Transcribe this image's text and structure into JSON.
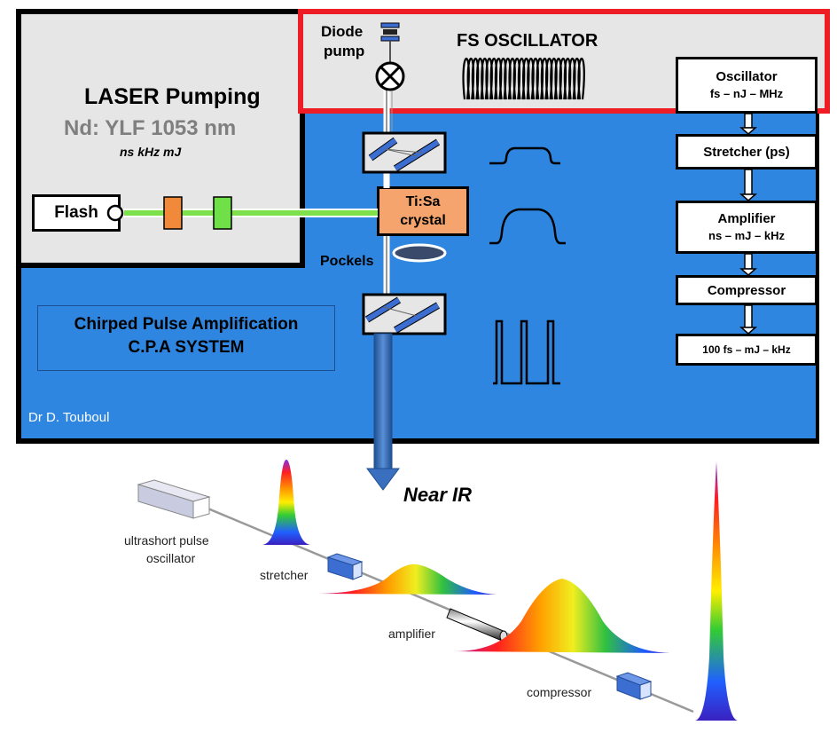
{
  "laser_pumping": {
    "title": "LASER Pumping",
    "crystal": "Nd: YLF 1053 nm",
    "params": "ns kHz mJ",
    "flash_label": "Flash"
  },
  "fs_oscillator": {
    "title": "FS OSCILLATOR",
    "diode_pump": "Diode",
    "diode_pump_2": "pump"
  },
  "amplifier_core": {
    "tisa_line1": "Ti:Sa",
    "tisa_line2": "crystal",
    "pockels": "Pockels"
  },
  "cpa": {
    "title_line1": "Chirped Pulse Amplification",
    "title_line2": "C.P.A SYSTEM",
    "credit": "Dr D. Touboul"
  },
  "stages": [
    {
      "line1": "Oscillator",
      "line2": "fs – nJ – MHz"
    },
    {
      "line1": "Stretcher (ps)",
      "line2": ""
    },
    {
      "line1": "Amplifier",
      "line2": "ns – mJ – kHz"
    },
    {
      "line1": "Compressor",
      "line2": ""
    },
    {
      "line1": "100 fs – mJ – kHz",
      "line2": ""
    }
  ],
  "output": {
    "label": "Near IR"
  },
  "bottom_diagram": {
    "oscillator_line1": "ultrashort pulse",
    "oscillator_line2": "oscillator",
    "stretcher": "stretcher",
    "amplifier": "amplifier",
    "compressor": "compressor"
  },
  "colors": {
    "blue_bg": "#2e86e0",
    "grey_bg": "#e6e6e6",
    "red_border": "#ee1c25",
    "tisa": "#f4a46c",
    "green_beam": "#7ee04a",
    "orange_element": "#f08a3a"
  }
}
